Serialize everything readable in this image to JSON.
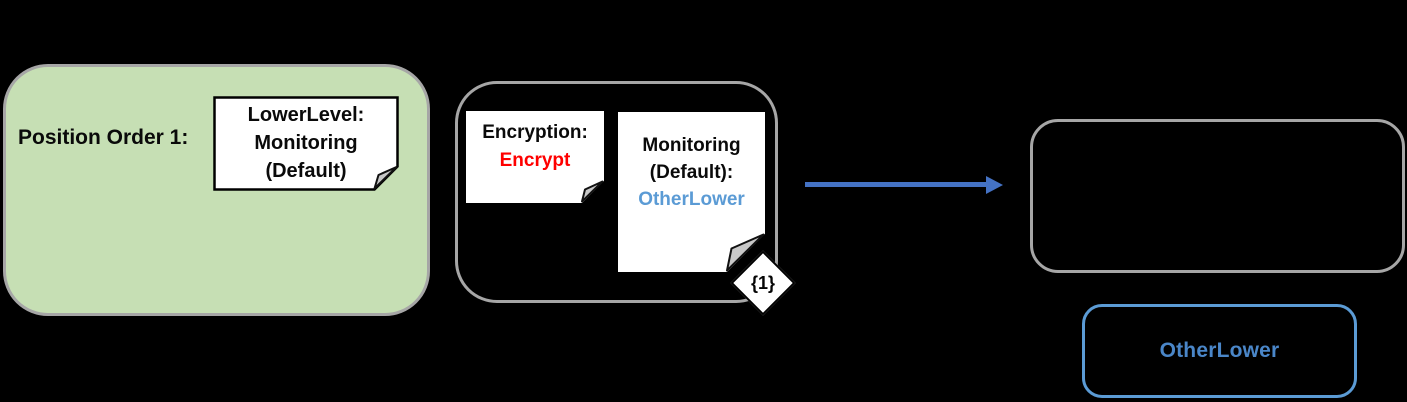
{
  "colors": {
    "canvas_bg": "#000000",
    "green_fill": "#C6DFB4",
    "gray_border": "#A6A6A6",
    "arrow_blue": "#4472C4",
    "accent_blue": "#5B9BD5",
    "result_text_blue": "#4A86C8",
    "value_red": "#FF0000",
    "note_fill": "#FFFFFF",
    "fold_gray": "#C8C8C8",
    "text_black": "#0A0A0A"
  },
  "position_panel": {
    "label": "Position Order 1:",
    "note_lines": [
      "LowerLevel:",
      "Monitoring",
      "(Default)"
    ]
  },
  "settings_panel": {
    "encryption_note": {
      "line1": "Encryption:",
      "line2": "Encrypt"
    },
    "monitoring_note": {
      "line1": "Monitoring",
      "line2": "(Default):",
      "line3": "OtherLower"
    },
    "badge_label": "{1}"
  },
  "result_box": {
    "label": "OtherLower"
  }
}
